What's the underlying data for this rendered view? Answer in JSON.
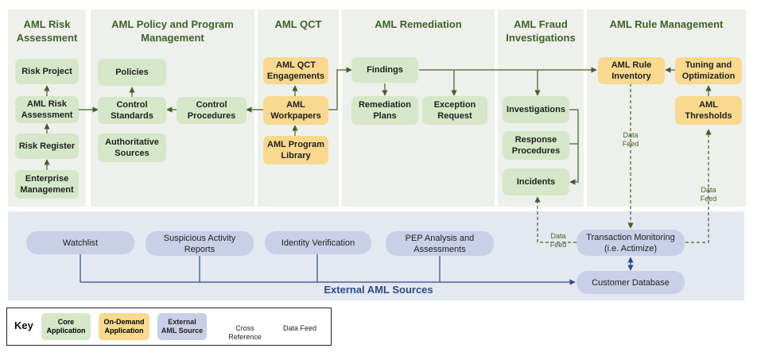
{
  "panels": {
    "risk": "AML Risk\nAssessment",
    "policy": "AML Policy and Program\nManagement",
    "qct": "AML QCT",
    "remediation": "AML Remediation",
    "fraud": "AML Fraud\nInvestigations",
    "rule": "AML Rule Management"
  },
  "boxes": {
    "risk_project": "Risk Project",
    "aml_risk_assessment": "AML Risk\nAssessment",
    "risk_register": "Risk Register",
    "enterprise_management": "Enterprise\nManagement",
    "policies": "Policies",
    "control_standards": "Control\nStandards",
    "authoritative_sources": "Authoritative\nSources",
    "control_procedures": "Control\nProcedures",
    "qct_engagements": "AML QCT\nEngagements",
    "aml_workpapers": "AML\nWorkpapers",
    "program_library": "AML Program\nLibrary",
    "findings": "Findings",
    "remediation_plans": "Remediation\nPlans",
    "exception_request": "Exception\nRequest",
    "investigations": "Investigations",
    "response_procedures": "Response\nProcedures",
    "incidents": "Incidents",
    "rule_inventory": "AML Rule\nInventory",
    "tuning_optimization": "Tuning and\nOptimization",
    "aml_thresholds": "AML\nThresholds"
  },
  "external": {
    "title": "External AML Sources",
    "watchlist": "Watchlist",
    "sar": "Suspicious Activity\nReports",
    "identity": "Identity Verification",
    "pep": "PEP Analysis and\nAssessments",
    "transaction": "Transaction Monitoring\n(i.e. Actimize)",
    "customer_db": "Customer Database"
  },
  "feed_labels": {
    "feed1": "Data\nFeed",
    "feed2": "Data\nFeed",
    "feed3": "Data\nFeed"
  },
  "key": {
    "title": "Key",
    "core": "Core\nApplication",
    "ondemand": "On-Demand\nApplication",
    "external": "External\nAML Source",
    "cross": "Cross\nReference",
    "feed": "Data Feed"
  },
  "colors": {
    "core": "#d5e7c8",
    "ondemand": "#f8d98e",
    "external": "#c9cfe6",
    "arrow_green": "#3f6226",
    "arrow_blue": "#2b4c86"
  }
}
